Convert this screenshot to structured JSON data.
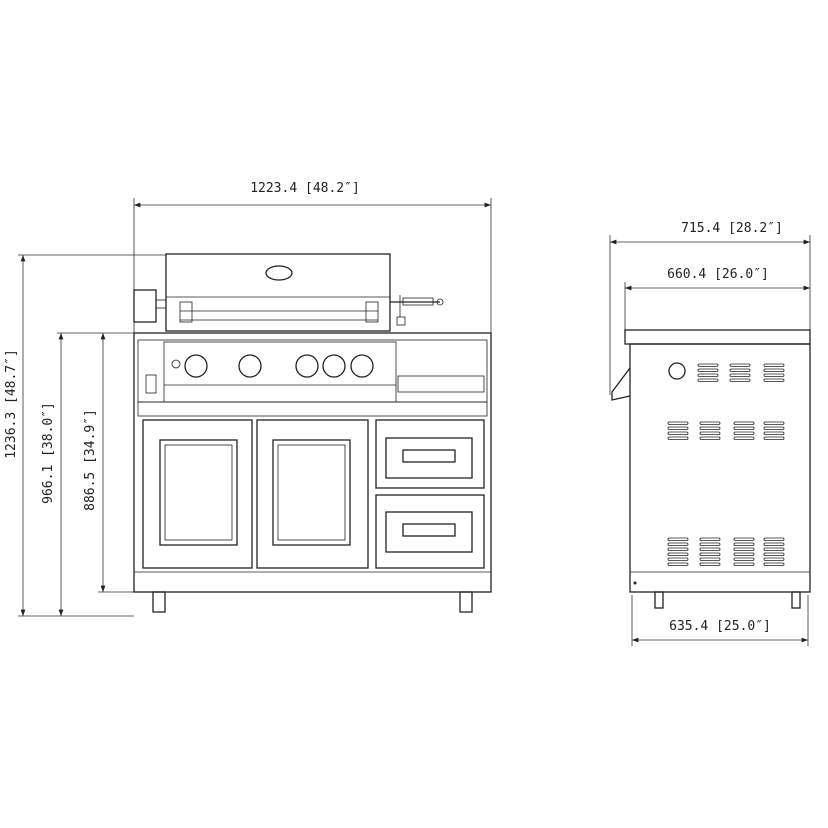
{
  "front_view": {
    "width_label": "1223.4 [48.2″]",
    "height_total_label": "1236.3 [48.7″]",
    "height_counter_label": "966.1 [38.0″]",
    "height_cabinet_label": "886.5 [34.9″]",
    "burner_knobs": 5,
    "doors": 2,
    "drawers": 2
  },
  "side_view": {
    "depth_total_label": "715.4 [28.2″]",
    "depth_counter_label": "660.4 [26.0″]",
    "depth_base_label": "635.4 [25.0″]"
  }
}
